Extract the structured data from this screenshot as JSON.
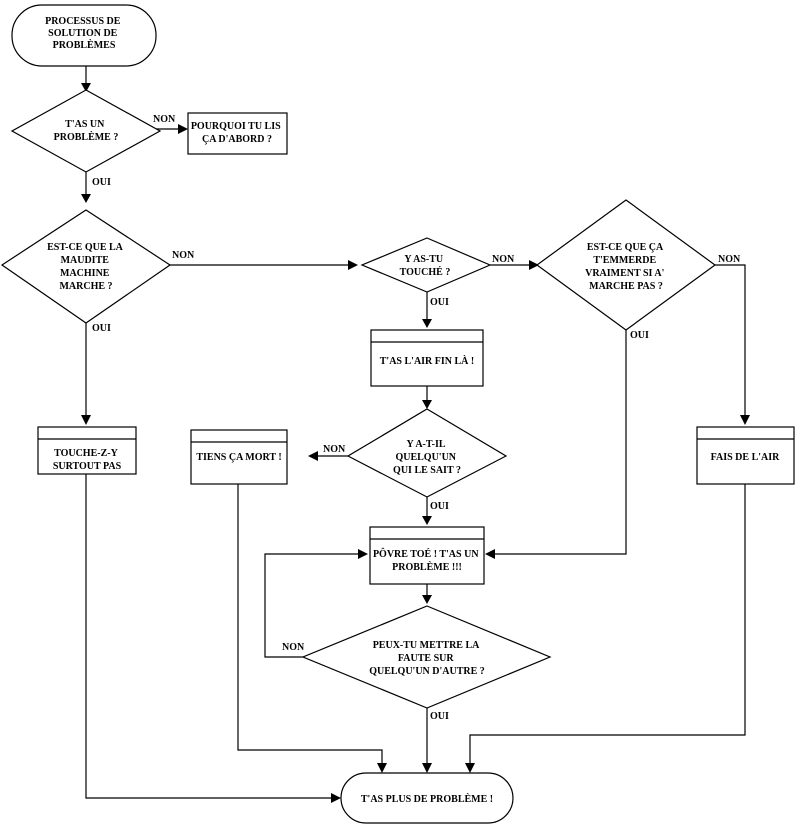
{
  "diagram": {
    "start": [
      "PROCESSUS DE",
      "SOLUTION DE",
      "PROBLÈMES"
    ],
    "q_problem": [
      "T'AS UN",
      "PROBLÈME ?"
    ],
    "why_read": [
      "POURQUOI TU LIS",
      "ÇA D'ABORD ?"
    ],
    "q_machine": [
      "EST-CE QUE LA",
      "MAUDITE",
      "MACHINE",
      "MARCHE ?"
    ],
    "dont_touch": [
      "TOUCHE-Z-Y",
      "SURTOUT PAS"
    ],
    "q_touched": [
      "Y AS-TU",
      "TOUCHÉ ?"
    ],
    "look_smart": [
      "T'AS L'AIR FIN LÀ !"
    ],
    "q_anyone_knows": [
      "Y A-T-IL",
      "QUELQU'UN",
      "QUI LE SAIT ?"
    ],
    "keep_dead": [
      "TIENS ÇA MORT !"
    ],
    "q_care": [
      "EST-CE QUE ÇA",
      "T'EMMERDE",
      "VRAIMENT SI A'",
      "MARCHE PAS ?"
    ],
    "leave": [
      "FAIS DE L'AIR"
    ],
    "poor_you": [
      "PÔVRE TOÉ ! T'AS UN",
      "PROBLÈME !!!"
    ],
    "q_blame": [
      "PEUX-TU METTRE LA",
      "FAUTE SUR",
      "QUELQU'UN D'AUTRE ?"
    ],
    "end": [
      "T'AS PLUS DE PROBLÈME !"
    ],
    "yes": "OUI",
    "no": "NON"
  }
}
